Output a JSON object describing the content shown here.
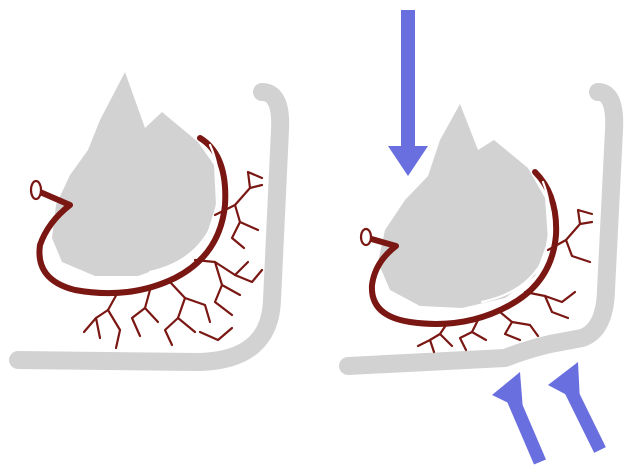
{
  "colors": {
    "bone": "#d2d2d2",
    "vessel": "#7a1713",
    "arrow": "#6a6fe0",
    "background": "#ffffff"
  },
  "panels": [
    {
      "state": "unloaded",
      "arrows": 0
    },
    {
      "state": "compressed",
      "arrows": 3
    }
  ]
}
